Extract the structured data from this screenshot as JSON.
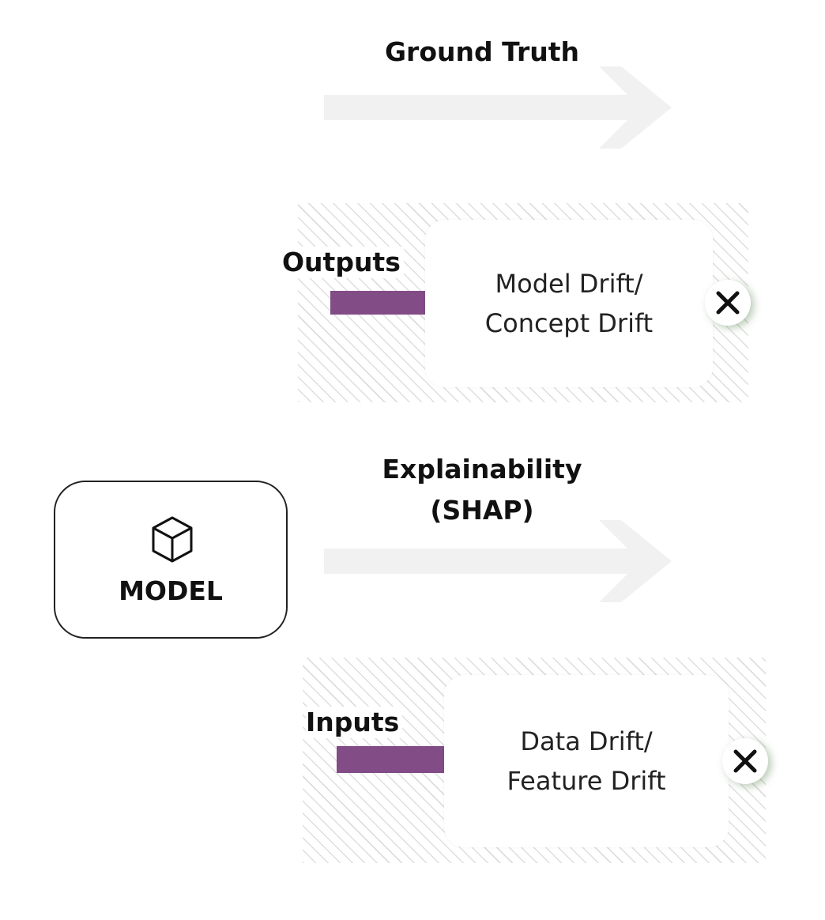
{
  "arrows": {
    "top_label": "Ground Truth",
    "middle_label_line1": "Explainability",
    "middle_label_line2": "(SHAP)"
  },
  "outputs": {
    "label": "Outputs",
    "card_line1": "Model Drift/",
    "card_line2": "Concept Drift",
    "close_icon": "close-x-icon"
  },
  "inputs": {
    "label": "Inputs",
    "card_line1": "Data Drift/",
    "card_line2": "Feature Drift",
    "close_icon": "close-x-icon"
  },
  "model": {
    "label": "MODEL",
    "icon": "cube-icon"
  },
  "colors": {
    "bar": "#824c86",
    "arrow": "#f1f1f1"
  }
}
